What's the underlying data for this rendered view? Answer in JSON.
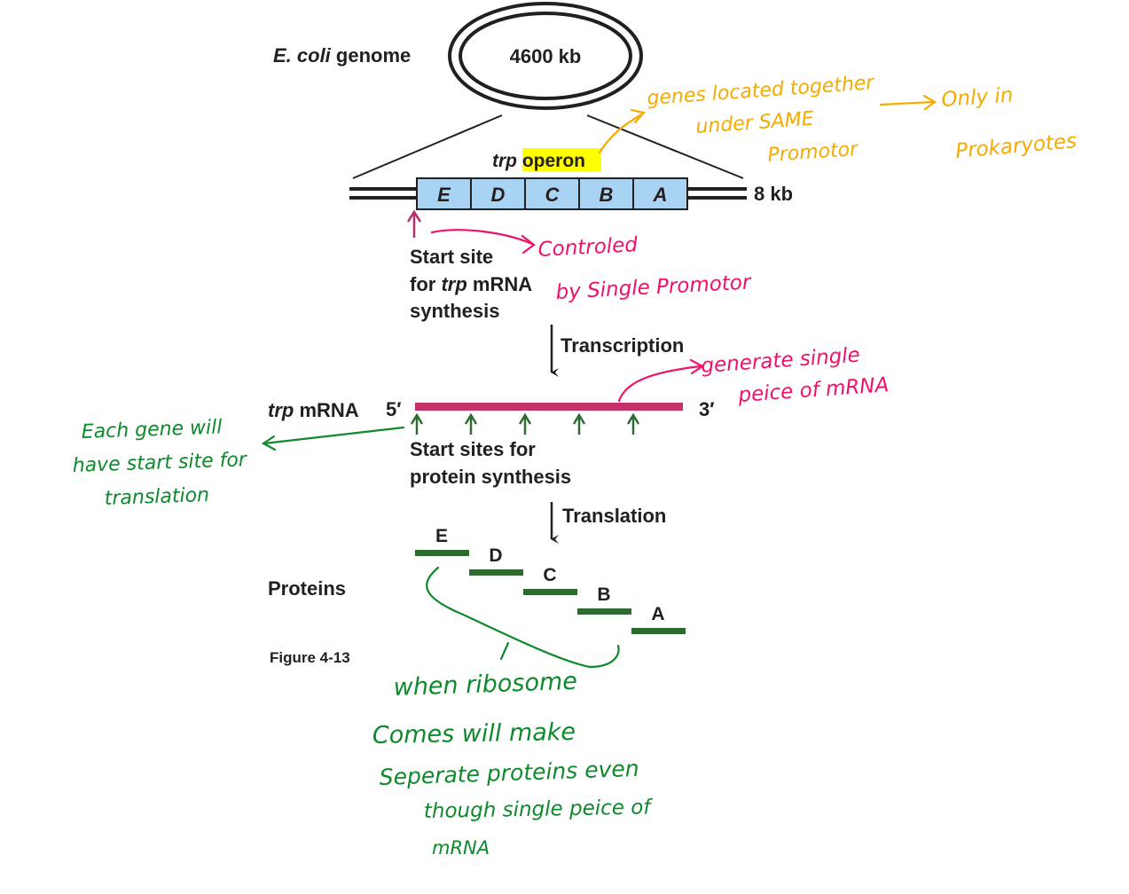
{
  "genome": {
    "label_species": "E. coli",
    "label_rest": " genome",
    "size": "4600 kb"
  },
  "operon": {
    "label_italic": "trp",
    "label_rest": "operon",
    "genes": [
      "E",
      "D",
      "C",
      "B",
      "A"
    ],
    "length": "8 kb"
  },
  "start_site": {
    "line1": "Start site",
    "line2_pre": "for ",
    "line2_italic": "trp",
    "line2_post": " mRNA",
    "line3": "synthesis"
  },
  "transcription_label": "Transcription",
  "mrna": {
    "label_italic": "trp",
    "label_rest": " mRNA",
    "five_prime": "5′",
    "three_prime": "3′"
  },
  "protein_start": {
    "line1": "Start sites for",
    "line2": "protein synthesis"
  },
  "translation_label": "Translation",
  "proteins": {
    "label": "Proteins",
    "names": [
      "E",
      "D",
      "C",
      "B",
      "A"
    ]
  },
  "figure_label": "Figure 4-13",
  "annotations": {
    "operon_note": [
      "genes located together",
      "under SAME",
      "Promotor"
    ],
    "prokaryotes_note": [
      "Only in",
      "Prokaryotes"
    ],
    "promoter_note": [
      "Controled",
      "by Single Promotor"
    ],
    "mrna_note": [
      "generate single",
      "peice of mRNA"
    ],
    "translation_note": [
      "Each gene will",
      "have start site for",
      "translation"
    ],
    "ribosome_note": [
      "when ribosome",
      "Comes will make",
      "Seperate proteins even",
      "though single peice of",
      "mRNA"
    ]
  },
  "colors": {
    "gene_box": "#a9d3f2",
    "highlight": "#ffff00",
    "mrna": "#c4306a",
    "protein": "#2e6b30",
    "orange_ink": "#f5ab00",
    "pink_ink": "#f0126a",
    "green_ink": "#0e8a2c",
    "start_arrow": "#b62d6a",
    "protein_arrow": "#2e6b30"
  }
}
